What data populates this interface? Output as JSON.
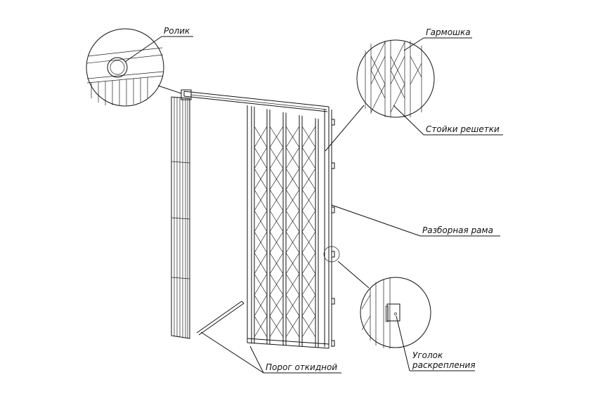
{
  "labels": {
    "roller": "Ролик",
    "accordion": "Гармошка",
    "grille_posts": "Стойки решетки",
    "collapsible_frame": "Разборная рама",
    "bracing_angle_line1": "Уголок",
    "bracing_angle_line2": "раскрепления",
    "folding_threshold": "Порог откидной"
  },
  "colors": {
    "line": "#111111",
    "background": "#ffffff"
  }
}
